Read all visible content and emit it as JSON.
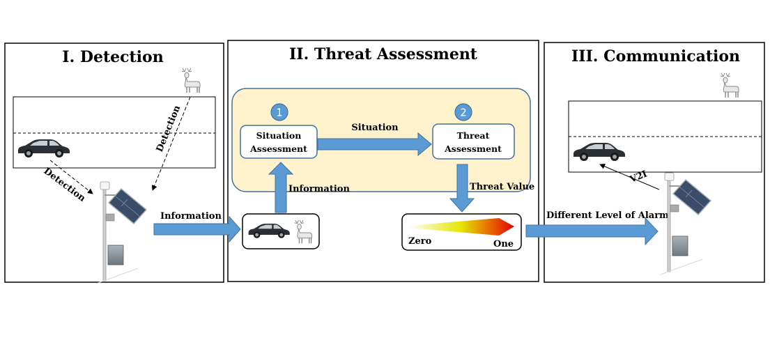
{
  "panels": {
    "detection": {
      "title": "I. Detection"
    },
    "threat": {
      "title": "II. Threat Assessment"
    },
    "communication": {
      "title": "III. Communication"
    }
  },
  "detection": {
    "car_label": "Detection",
    "deer_label": "Detection",
    "info_arrow_label": "Information"
  },
  "threat": {
    "step1": {
      "number": "1",
      "line1": "Situation",
      "line2": "Assessment"
    },
    "step2": {
      "number": "2",
      "line1": "Threat",
      "line2": "Assessment"
    },
    "situation_label": "Situation",
    "information_label": "Information",
    "threat_value_label": "Threat Value",
    "scale": {
      "low": "Zero",
      "high": "One"
    }
  },
  "communication": {
    "alarm_label": "Different Level of Alarm",
    "v2i_label": "V2I"
  },
  "colors": {
    "arrow_fill": "#5B9BD5",
    "arrow_stroke": "#41719C",
    "process_bg": "#FFF2CC",
    "process_border": "#41719C",
    "gradient_start": "#FFFFFF",
    "gradient_mid": "#E5E600",
    "gradient_end": "#E60000"
  }
}
